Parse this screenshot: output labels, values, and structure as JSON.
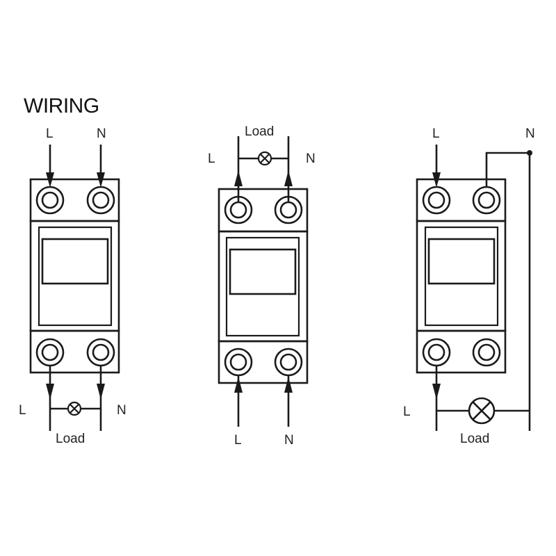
{
  "title": "WIRING",
  "diagrams": [
    {
      "top_left_label": "L",
      "top_right_label": "N",
      "bottom_left_label": "L",
      "bottom_right_label": "N",
      "load_label": "Load"
    },
    {
      "top_left_label": "L",
      "top_right_label": "N",
      "bottom_left_label": "L",
      "bottom_right_label": "N",
      "load_label": "Load"
    },
    {
      "top_left_label": "L",
      "top_right_label": "N",
      "bottom_left_label": "L",
      "load_label": "Load"
    }
  ]
}
